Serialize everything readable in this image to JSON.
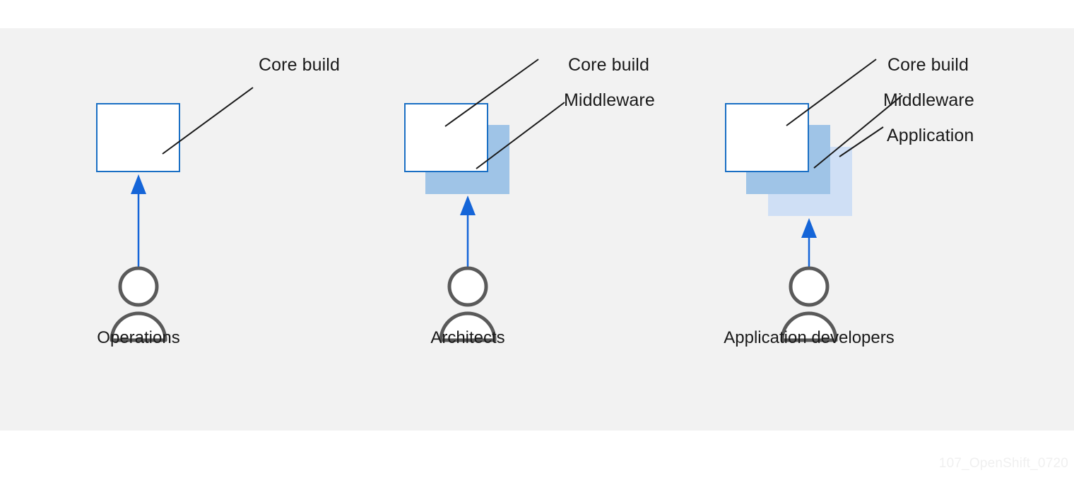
{
  "diagram": {
    "title": "Core build / Middleware / Application layering by role",
    "watermark": "107_OpenShift_0720",
    "colors": {
      "background": "#ffffff",
      "panel": "#f2f2f2",
      "core_border": "#1a6fc4",
      "core_fill": "#ffffff",
      "middleware_fill": "#9fc4e7",
      "application_fill": "#cfdff5",
      "arrow": "#1565d8",
      "leader_line": "#1a1a1a",
      "person_outline": "#5a5a5a",
      "label_text": "#1a1a1a",
      "watermark_text": "#f0f0f0"
    },
    "groups": [
      {
        "id": "operations",
        "role_label": "Operations",
        "layers": [
          {
            "name": "core-build",
            "label": "Core build"
          }
        ]
      },
      {
        "id": "architects",
        "role_label": "Architects",
        "layers": [
          {
            "name": "core-build",
            "label": "Core build"
          },
          {
            "name": "middleware",
            "label": "Middleware"
          }
        ]
      },
      {
        "id": "application-developers",
        "role_label": "Application developers",
        "layers": [
          {
            "name": "core-build",
            "label": "Core build"
          },
          {
            "name": "middleware",
            "label": "Middleware"
          },
          {
            "name": "application",
            "label": "Application"
          }
        ]
      }
    ]
  }
}
